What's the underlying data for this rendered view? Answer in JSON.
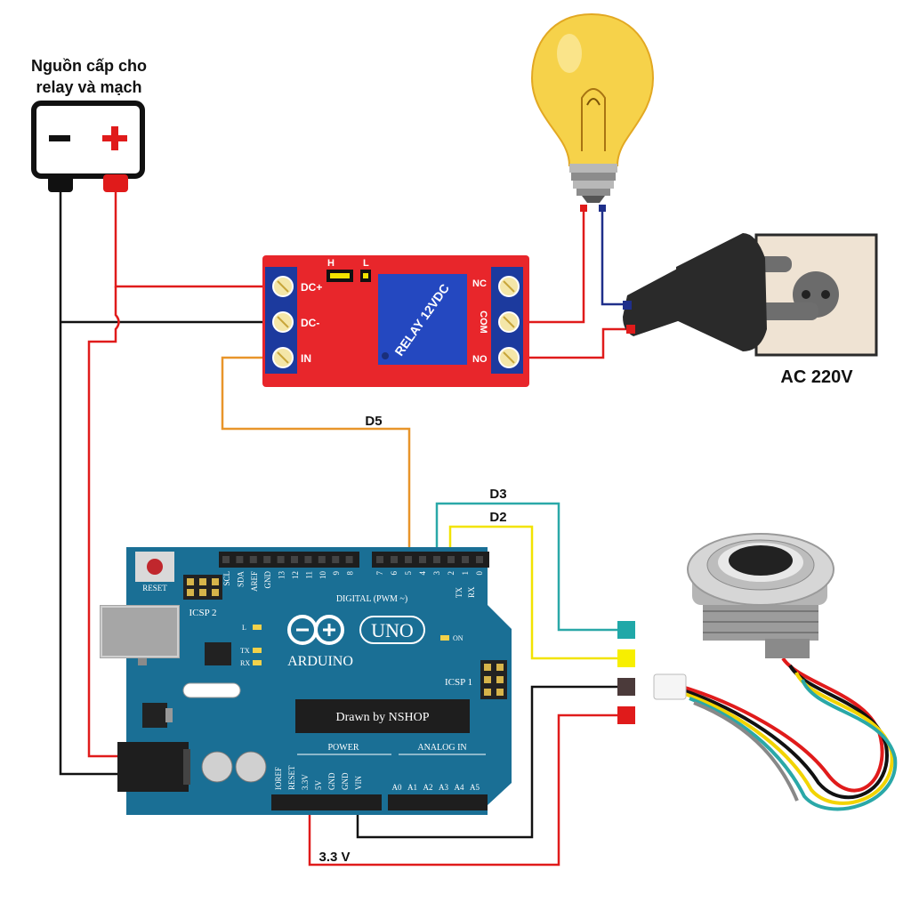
{
  "power_supply": {
    "label_line1": "Nguồn cấp cho",
    "label_line2": "relay và mạch",
    "minus": "−",
    "plus": "+"
  },
  "relay": {
    "title": "RELAY 12VDC",
    "jumper_h": "H",
    "jumper_l": "L",
    "pin_dc_plus": "DC+",
    "pin_dc_minus": "DC-",
    "pin_in": "IN",
    "pin_nc": "NC",
    "pin_com": "COM",
    "pin_no": "NO"
  },
  "ac": {
    "label": "AC 220V"
  },
  "wires": {
    "d5": "D5",
    "d3": "D3",
    "d2": "D2",
    "v33": "3.3 V"
  },
  "arduino": {
    "reset": "RESET",
    "icsp2": "ICSP 2",
    "icsp1": "ICSP 1",
    "digital": "DIGITAL  (PWM ~)",
    "brand": "ARDUINO",
    "model": "UNO",
    "chip": "Drawn by NSHOP",
    "power": "POWER",
    "analog": "ANALOG IN",
    "led_l": "L",
    "led_tx": "TX",
    "led_rx": "RX",
    "on": "ON",
    "top_left_pins": [
      "SCL",
      "SDA",
      "AREF",
      "GND",
      "13",
      "12",
      "11",
      "10",
      "9",
      "8"
    ],
    "top_right_pins": [
      "7",
      "6",
      "5",
      "4",
      "3",
      "2",
      "1",
      "0"
    ],
    "tx": "TX",
    "rx": "RX",
    "power_pins": [
      "IOREF",
      "RESET",
      "3.3V",
      "5V",
      "GND",
      "GND",
      "VIN"
    ],
    "analog_pins": [
      "A0",
      "A1",
      "A2",
      "A3",
      "A4",
      "A5"
    ]
  },
  "colors": {
    "relay_board": "#e8262b",
    "arduino_board": "#1a6f95",
    "terminal_blue": "#1c3a9e",
    "wire_red": "#e01b1b",
    "wire_black": "#111111",
    "wire_orange": "#e8952a",
    "wire_teal": "#2aa8a8",
    "wire_yellow": "#f2e300",
    "wire_navy": "#1f2f8a"
  },
  "icons": [
    "battery-icon",
    "light-bulb-icon",
    "power-plug-icon",
    "wall-socket-icon",
    "fingerprint-sensor-icon"
  ]
}
